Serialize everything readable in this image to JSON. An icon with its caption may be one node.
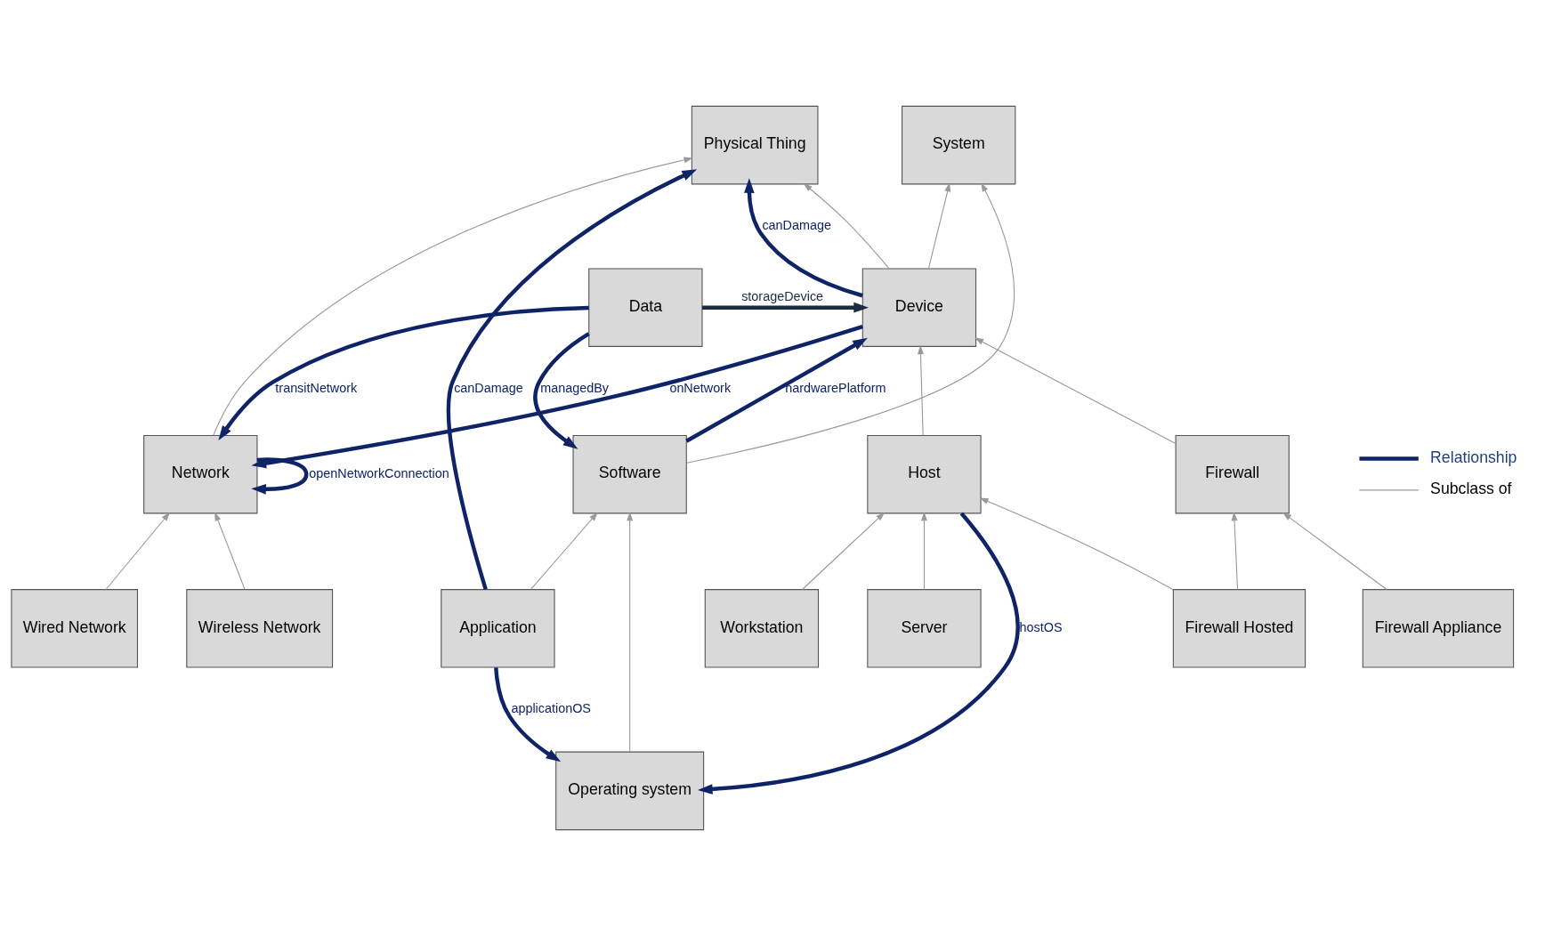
{
  "diagram": {
    "nodes": [
      {
        "text": [
          "Network"
        ]
      },
      {
        "text": [
          "Wired Network"
        ]
      },
      {
        "text": [
          "Physical Thing"
        ]
      },
      {
        "text": [
          "System"
        ]
      },
      {
        "text": [
          "Wireless Network"
        ]
      },
      {
        "text": [
          "Data"
        ]
      },
      {
        "text": [
          "Device"
        ]
      },
      {
        "text": [
          "Software"
        ]
      },
      {
        "text": [
          "Host"
        ]
      },
      {
        "text": [
          "Firewall"
        ]
      },
      {
        "text": [
          "Operating system"
        ]
      },
      {
        "text": [
          "Application"
        ]
      },
      {
        "text": [
          "Workstation"
        ]
      },
      {
        "text": [
          "Server"
        ]
      },
      {
        "text": [
          "Firewall Hosted"
        ]
      },
      {
        "text": [
          "Firewall Appliance"
        ]
      }
    ],
    "edges": [
      {
        "from": 1,
        "to": 0,
        "arrow": "to"
      },
      {
        "from": 4,
        "to": 0,
        "arrow": "to"
      },
      {
        "from": 0,
        "to": 2,
        "arrow": "to"
      },
      {
        "from": 6,
        "to": 2,
        "arrow": "to"
      },
      {
        "from": 6,
        "to": 3,
        "arrow": "to"
      },
      {
        "from": 7,
        "to": 3,
        "arrow": "to"
      },
      {
        "from": 8,
        "to": 6,
        "arrow": "to"
      },
      {
        "from": 9,
        "to": 6,
        "arrow": "to"
      },
      {
        "from": 10,
        "to": 7,
        "arrow": "to"
      },
      {
        "from": 11,
        "to": 7,
        "arrow": "to"
      },
      {
        "from": 12,
        "to": 8,
        "arrow": "to"
      },
      {
        "from": 13,
        "to": 8,
        "arrow": "to"
      },
      {
        "from": 14,
        "to": 8,
        "arrow": "to"
      },
      {
        "from": 14,
        "to": 9,
        "arrow": "to"
      },
      {
        "from": 15,
        "to": 9,
        "arrow": "to"
      },
      {
        "from": 0,
        "to": 0,
        "arrow": "to",
        "label": "openNetworkConnection",
        "style": "thick",
        "color": "#0f2466"
      },
      {
        "from": 5,
        "to": 0,
        "arrow": "to",
        "label": "transitNetwork",
        "style": "thick",
        "color": "#0f2466"
      },
      {
        "from": 6,
        "to": 0,
        "arrow": "to",
        "label": "onNetwork",
        "style": "thick",
        "color": "#0f2466"
      },
      {
        "from": 6,
        "to": 2,
        "arrow": "to",
        "label": "canDamage",
        "style": "thick",
        "color": "#0f2466"
      },
      {
        "from": 5,
        "to": 7,
        "arrow": "to",
        "label": "managedBy",
        "style": "thick",
        "color": "#0f2466"
      },
      {
        "from": 5,
        "to": 6,
        "arrow": "to",
        "label": "storageDevice",
        "style": "thick",
        "color": "#1b2b40"
      },
      {
        "from": 7,
        "to": 6,
        "arrow": "to",
        "label": "hardwarePlatform",
        "style": "thick",
        "color": "#0f2466"
      },
      {
        "from": 8,
        "to": 10,
        "arrow": "to",
        "label": "hostOS",
        "style": "thick",
        "color": "#0f2466"
      },
      {
        "from": 11,
        "to": 10,
        "arrow": "to",
        "label": "applicationOS",
        "style": "thick",
        "color": "#0f2466"
      },
      {
        "from": 11,
        "to": 2,
        "arrow": "to",
        "label": "canDamage",
        "style": "thick",
        "color": "#0f2466"
      }
    ],
    "legend": [
      {
        "text": "Relationship"
      },
      {
        "text": "Subclass of"
      }
    ]
  }
}
